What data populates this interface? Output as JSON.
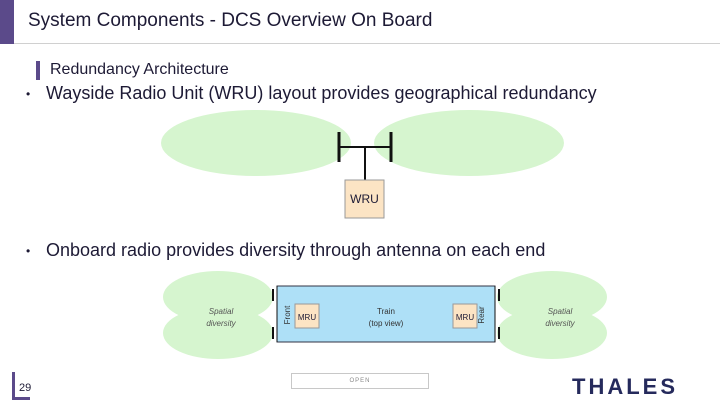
{
  "slide": {
    "title": "System Components - DCS Overview On Board",
    "subtitle": "Redundancy Architecture",
    "bullets": [
      {
        "dot": "•",
        "text": "Wayside Radio Unit (WRU) layout provides geographical redundancy"
      },
      {
        "dot": "•",
        "text": "Onboard radio provides diversity through antenna on each end"
      }
    ],
    "page_number": "29",
    "classification": "OPEN",
    "logo": "THALES"
  },
  "diagram1": {
    "wru_label": "WRU"
  },
  "diagram2": {
    "front_label": "Front",
    "rear_label": "Rear",
    "mru_front": "MRU",
    "mru_rear": "MRU",
    "train_label_1": "Train",
    "train_label_2": "(top view)",
    "left_diversity_1": "Spatial",
    "left_diversity_2": "diversity",
    "right_diversity_1": "Spatial",
    "right_diversity_2": "diversity"
  },
  "colors": {
    "accent": "#5b4a8a",
    "coverage_green": "#d6f5cf",
    "train_blue": "#aee0f7",
    "wru_fill": "#fce4c4",
    "logo_navy": "#252a5c"
  }
}
